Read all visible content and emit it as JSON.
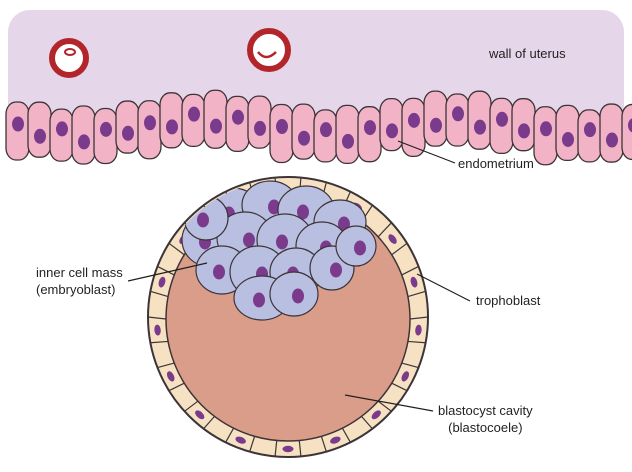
{
  "labels": {
    "wall_of_uterus": "wall of uterus",
    "endometrium": "endometrium",
    "inner_cell_mass": [
      "inner cell mass",
      "(embryoblast)"
    ],
    "trophoblast": "trophoblast",
    "blastocyst_cavity": [
      "blastocyst cavity",
      "(blastocoele)"
    ]
  },
  "colors": {
    "uterus_wall": "#e6d6ea",
    "endometrial_cell": "#f2b3c6",
    "cell_outline": "#3d3438",
    "nucleus": "#7a3b8c",
    "trophoblast_cell": "#f6e2c2",
    "trophoblast_outline": "#3d3438",
    "inner_cell_mass": "#b9bfe0",
    "cavity": "#d99d8a",
    "vessel_ring": "#b2262b"
  }
}
